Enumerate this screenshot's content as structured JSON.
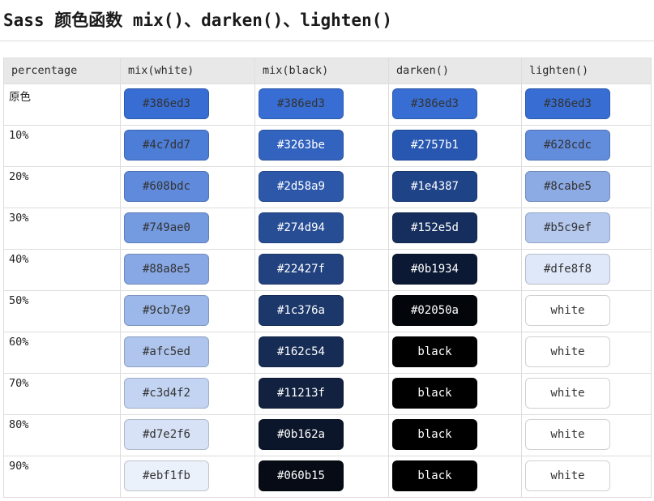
{
  "title": "Sass 颜色函数 mix()、darken()、lighten()",
  "colors": {
    "base_color": "#386ed3",
    "dark_text": "#333333",
    "light_text": "#ffffff",
    "header_bg": "#e8e8e8",
    "table_border": "#dddddd"
  },
  "table": {
    "columns": [
      "percentage",
      "mix(white)",
      "mix(black)",
      "darken()",
      "lighten()"
    ],
    "rows": [
      {
        "label": "原色",
        "swatches": [
          {
            "text": "#386ed3",
            "bg": "#386ed3",
            "fg": "#333333"
          },
          {
            "text": "#386ed3",
            "bg": "#386ed3",
            "fg": "#333333"
          },
          {
            "text": "#386ed3",
            "bg": "#386ed3",
            "fg": "#333333"
          },
          {
            "text": "#386ed3",
            "bg": "#386ed3",
            "fg": "#333333"
          }
        ]
      },
      {
        "label": "10%",
        "swatches": [
          {
            "text": "#4c7dd7",
            "bg": "#4c7dd7",
            "fg": "#333333"
          },
          {
            "text": "#3263be",
            "bg": "#3263be",
            "fg": "#ffffff"
          },
          {
            "text": "#2757b1",
            "bg": "#2757b1",
            "fg": "#ffffff"
          },
          {
            "text": "#628cdc",
            "bg": "#628cdc",
            "fg": "#333333"
          }
        ]
      },
      {
        "label": "20%",
        "swatches": [
          {
            "text": "#608bdc",
            "bg": "#608bdc",
            "fg": "#333333"
          },
          {
            "text": "#2d58a9",
            "bg": "#2d58a9",
            "fg": "#ffffff"
          },
          {
            "text": "#1e4387",
            "bg": "#1e4387",
            "fg": "#ffffff"
          },
          {
            "text": "#8cabe5",
            "bg": "#8cabe5",
            "fg": "#333333"
          }
        ]
      },
      {
        "label": "30%",
        "swatches": [
          {
            "text": "#749ae0",
            "bg": "#749ae0",
            "fg": "#333333"
          },
          {
            "text": "#274d94",
            "bg": "#274d94",
            "fg": "#ffffff"
          },
          {
            "text": "#152e5d",
            "bg": "#152e5d",
            "fg": "#ffffff"
          },
          {
            "text": "#b5c9ef",
            "bg": "#b5c9ef",
            "fg": "#333333"
          }
        ]
      },
      {
        "label": "40%",
        "swatches": [
          {
            "text": "#88a8e5",
            "bg": "#88a8e5",
            "fg": "#333333"
          },
          {
            "text": "#22427f",
            "bg": "#22427f",
            "fg": "#ffffff"
          },
          {
            "text": "#0b1934",
            "bg": "#0b1934",
            "fg": "#ffffff"
          },
          {
            "text": "#dfe8f8",
            "bg": "#dfe8f8",
            "fg": "#333333"
          }
        ]
      },
      {
        "label": "50%",
        "swatches": [
          {
            "text": "#9cb7e9",
            "bg": "#9cb7e9",
            "fg": "#333333"
          },
          {
            "text": "#1c376a",
            "bg": "#1c376a",
            "fg": "#ffffff"
          },
          {
            "text": "#02050a",
            "bg": "#02050a",
            "fg": "#ffffff"
          },
          {
            "text": "white",
            "bg": "#ffffff",
            "fg": "#333333"
          }
        ]
      },
      {
        "label": "60%",
        "swatches": [
          {
            "text": "#afc5ed",
            "bg": "#afc5ed",
            "fg": "#333333"
          },
          {
            "text": "#162c54",
            "bg": "#162c54",
            "fg": "#ffffff"
          },
          {
            "text": "black",
            "bg": "#000000",
            "fg": "#ffffff"
          },
          {
            "text": "white",
            "bg": "#ffffff",
            "fg": "#333333"
          }
        ]
      },
      {
        "label": "70%",
        "swatches": [
          {
            "text": "#c3d4f2",
            "bg": "#c3d4f2",
            "fg": "#333333"
          },
          {
            "text": "#11213f",
            "bg": "#11213f",
            "fg": "#ffffff"
          },
          {
            "text": "black",
            "bg": "#000000",
            "fg": "#ffffff"
          },
          {
            "text": "white",
            "bg": "#ffffff",
            "fg": "#333333"
          }
        ]
      },
      {
        "label": "80%",
        "swatches": [
          {
            "text": "#d7e2f6",
            "bg": "#d7e2f6",
            "fg": "#333333"
          },
          {
            "text": "#0b162a",
            "bg": "#0b162a",
            "fg": "#ffffff"
          },
          {
            "text": "black",
            "bg": "#000000",
            "fg": "#ffffff"
          },
          {
            "text": "white",
            "bg": "#ffffff",
            "fg": "#333333"
          }
        ]
      },
      {
        "label": "90%",
        "swatches": [
          {
            "text": "#ebf1fb",
            "bg": "#ebf1fb",
            "fg": "#333333"
          },
          {
            "text": "#060b15",
            "bg": "#060b15",
            "fg": "#ffffff"
          },
          {
            "text": "black",
            "bg": "#000000",
            "fg": "#ffffff"
          },
          {
            "text": "white",
            "bg": "#ffffff",
            "fg": "#333333"
          }
        ]
      }
    ]
  }
}
